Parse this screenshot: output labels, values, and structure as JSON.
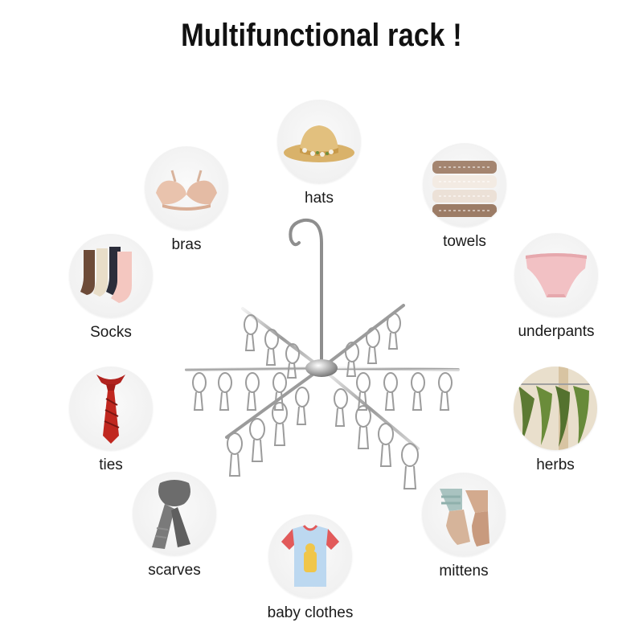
{
  "title": "Multifunctional rack !",
  "items": [
    {
      "label": "hats"
    },
    {
      "label": "bras"
    },
    {
      "label": "towels"
    },
    {
      "label": "Socks"
    },
    {
      "label": "underpants"
    },
    {
      "label": "ties"
    },
    {
      "label": "herbs"
    },
    {
      "label": "scarves"
    },
    {
      "label": "mittens"
    },
    {
      "label": "baby clothes"
    }
  ]
}
